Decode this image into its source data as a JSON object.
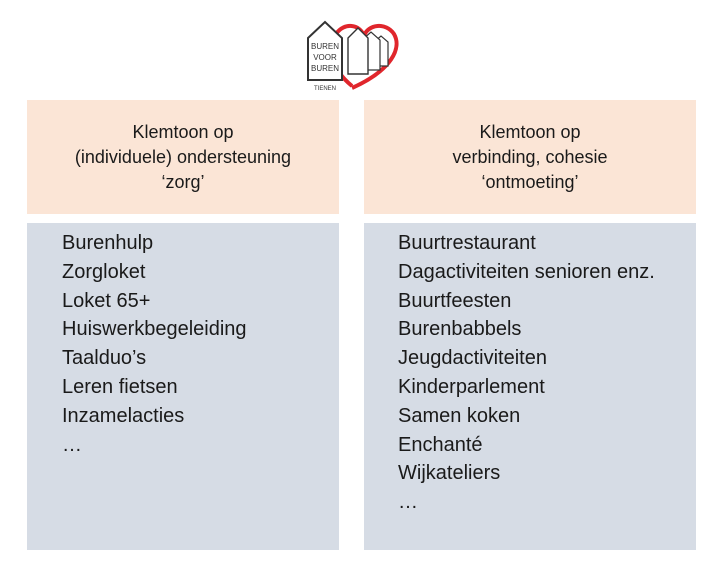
{
  "logo": {
    "line1": "BUREN",
    "line2": "VOOR",
    "line3": "BUREN",
    "subtitle": "TIENEN",
    "heart_color": "#e0262c",
    "house_icon": "house-icon",
    "heart_icon": "heart-icon"
  },
  "left": {
    "header": {
      "line1": "Klemtoon op",
      "line2": "(individuele) ondersteuning",
      "line3": "‘zorg’"
    },
    "items": [
      "Burenhulp",
      "Zorgloket",
      "Loket 65+",
      "Huiswerkbegeleiding",
      "Taalduo’s",
      "Leren fietsen",
      "Inzamelacties",
      "…"
    ]
  },
  "right": {
    "header": {
      "line1": "Klemtoon op",
      "line2": "verbinding, cohesie",
      "line3": "‘ontmoeting’"
    },
    "items": [
      "Buurtrestaurant",
      "Dagactiviteiten senioren enz.",
      "Buurtfeesten",
      "Burenbabbels",
      "Jeugdactiviteiten",
      "Kinderparlement",
      "Samen koken",
      "Enchanté",
      "Wijkateliers",
      "…"
    ]
  },
  "colors": {
    "header_bg": "#fbe5d6",
    "list_bg": "#d6dce5"
  }
}
